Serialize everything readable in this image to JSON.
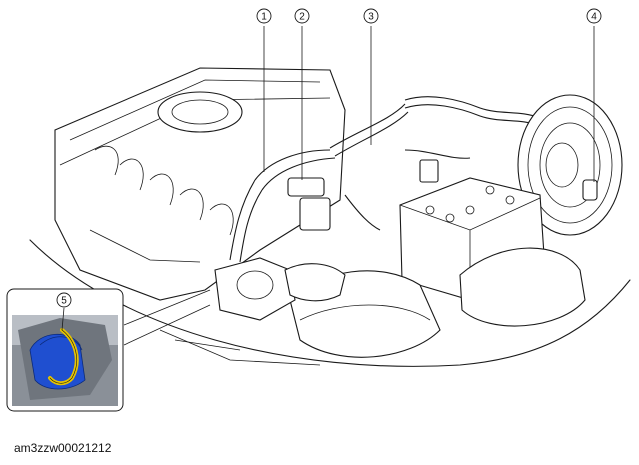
{
  "callouts": [
    {
      "id": "1",
      "label": "1"
    },
    {
      "id": "2",
      "label": "2"
    },
    {
      "id": "3",
      "label": "3"
    },
    {
      "id": "4",
      "label": "4"
    },
    {
      "id": "5",
      "label": "5"
    }
  ],
  "figure_id": "am3zzw00021212",
  "colors": {
    "line": "#1a1a1a",
    "part_highlight": "#1f4fd0",
    "hose_highlight": "#e6c400",
    "photo_background": "#8a9098"
  }
}
